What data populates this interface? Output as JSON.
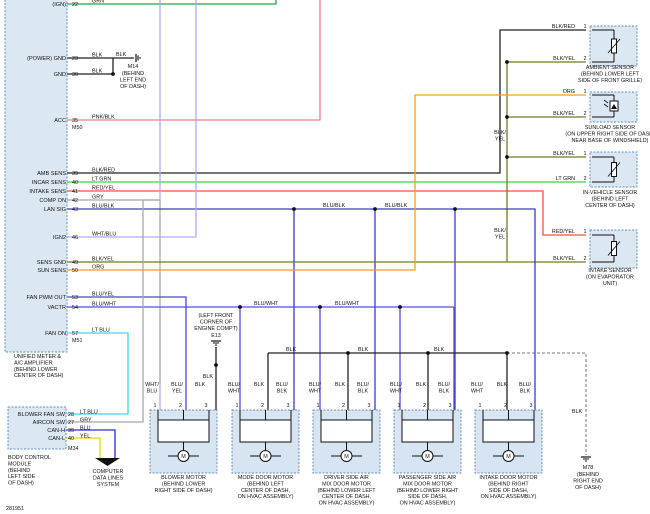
{
  "colors": {
    "GRN": "#1ea84a",
    "BLK": "#222222",
    "PNK": "#e6808e",
    "RED": "#e0281f",
    "LTGRN": "#3fd24a",
    "REDYEL": "#ec5836",
    "GRY": "#a8a8a8",
    "BLUBLK": "#3a3acb",
    "WHTBLU": "#b3a9f0",
    "BLKYEL": "#6f7a2c",
    "ORG": "#f59a2e",
    "BLUYEL": "#4848d6",
    "BLUWHT": "#5050dd",
    "LTBLU": "#40d8e6",
    "YEL": "#eed200",
    "BLU": "#2b2be0",
    "WHTBLU2": "#b3a9f0",
    "module_fill": "#dbe8f3",
    "module_stroke": "#5b8fbf",
    "motor_fill": "#d7e4f1",
    "motor_stroke": "#6a8fb7"
  },
  "amp_pins": [
    {
      "label": "(IGN)",
      "num": "22",
      "wire": "GRN"
    },
    {
      "label": "(POWER) GND",
      "num": "29",
      "wire": "BLK"
    },
    {
      "label": "GND",
      "num": "30",
      "wire": "BLK"
    },
    {
      "label": "ACC",
      "num": "35",
      "wire": "PNK/BLK"
    },
    {
      "label": "AMB SENS",
      "num": "39",
      "wire": "BLK/RED"
    },
    {
      "label": "INCAR SENS",
      "num": "40",
      "wire": "LT GRN"
    },
    {
      "label": "INTAKE SENS",
      "num": "41",
      "wire": "RED/YEL"
    },
    {
      "label": "COMP ON",
      "num": "42",
      "wire": "GRY"
    },
    {
      "label": "LAN SIG",
      "num": "43",
      "wire": "BLU/BLK"
    },
    {
      "label": "IGN2",
      "num": "46",
      "wire": "WHT/BLU"
    },
    {
      "label": "SENS GND",
      "num": "49",
      "wire": "BLK/YEL"
    },
    {
      "label": "SUN SENS",
      "num": "50",
      "wire": "ORG"
    },
    {
      "label": "FAN PWM OUT",
      "num": "53",
      "wire": "BLU/YEL"
    },
    {
      "label": "VACTR",
      "num": "54",
      "wire": "BLU/WHT"
    },
    {
      "label": "FAN ON",
      "num": "57",
      "wire": "LT BLU"
    }
  ],
  "amp_connectors": [
    "M50",
    "M51"
  ],
  "amp_caption": [
    "UNIFIED METER &",
    "A/C AMPLIFIER",
    "(BEHIND LOWER",
    "CENTER OF DASH)"
  ],
  "bcm_pins": [
    {
      "label": "BLOWER FAN SW",
      "num": "28",
      "wire": "LT BLU"
    },
    {
      "label": "AIRCON SW",
      "num": "27",
      "wire": "GRY"
    },
    {
      "label": "CAN-H",
      "num": "39",
      "wire": "BLU"
    },
    {
      "label": "CAN-L",
      "num": "40",
      "wire": "YEL"
    }
  ],
  "bcm_connector": "M34",
  "bcm_caption": [
    "BODY CONTROL",
    "MODULE",
    "(BEHIND",
    "LEFT SIDE",
    "OF DASH)"
  ],
  "ground_m14": {
    "wire": "BLK",
    "id": "M14",
    "caption": [
      "(BEHIND",
      "LEFT END",
      "OF DASH)"
    ]
  },
  "ground_e13": {
    "id": "E13",
    "caption": [
      "(LEFT FRONT",
      "CORNER OF",
      "ENGINE COMPT)"
    ]
  },
  "ground_m78": {
    "id": "M78",
    "caption": [
      "(BEHIND",
      "RIGHT END",
      "OF DASH)"
    ]
  },
  "sensors": [
    {
      "name": "ambient",
      "pins": [
        {
          "num": "1",
          "wire": "BLK/RED"
        },
        {
          "num": "2",
          "wire": "BLK/YEL"
        }
      ],
      "caption": [
        "AMBIENT SENSOR",
        "(BEHIND LOWER LEFT",
        "SIDE OF FRONT GRILLE)"
      ]
    },
    {
      "name": "sunload",
      "pins": [
        {
          "num": "1",
          "wire": "ORG"
        },
        {
          "num": "2",
          "wire": "BLK/YEL"
        }
      ],
      "caption": [
        "SUNLOAD SENSOR",
        "(ON UPPER RIGHT SIDE OF DASH,",
        "NEAR BASE OF WINDSHIELD)"
      ]
    },
    {
      "name": "invehicle",
      "pins": [
        {
          "num": "1",
          "wire": "BLK/YEL"
        },
        {
          "num": "2",
          "wire": "LT GRN"
        }
      ],
      "caption": [
        "IN-VEHICLE SENSOR",
        "(BEHIND LEFT",
        "CENTER OF DASH)"
      ]
    },
    {
      "name": "intake",
      "pins": [
        {
          "num": "1",
          "wire": "RED/YEL"
        },
        {
          "num": "2",
          "wire": "BLK/YEL"
        }
      ],
      "caption": [
        "INTAKE SENSOR",
        "(ON EVAPORATOR",
        "UNIT)"
      ]
    }
  ],
  "sensor_trunk_labels": [
    "BLK/ YEL",
    "BLK/ YEL"
  ],
  "bus_labels": {
    "blublk_1": "BLU/BLK",
    "blublk_2": "BLU/BLK",
    "bluwht": "BLU/WHT",
    "blk_1": "BLK",
    "blk_2": "BLK",
    "blk_3": "BLK",
    "blk_m78": "BLK"
  },
  "motors": [
    {
      "name": "blower",
      "pins": [
        "1",
        "2",
        "3"
      ],
      "wires": [
        "WHT/ BLU",
        "BLU/ YEL",
        "BLK"
      ],
      "caption": [
        "BLOWER MOTOR",
        "(BEHIND LOWER",
        "RIGHT SIDE OF DASH)"
      ]
    },
    {
      "name": "mode",
      "pins": [
        "1",
        "2",
        "3"
      ],
      "wires": [
        "BLU/ WHT",
        "BLK",
        "BLU/ BLK"
      ],
      "caption": [
        "MODE DOOR MOTOR",
        "(BEHIND LEFT",
        "CENTER OF DASH,",
        "ON HVAC ASSEMBLY)"
      ]
    },
    {
      "name": "driver",
      "pins": [
        "1",
        "2",
        "3"
      ],
      "wires": [
        "BLU/ WHT",
        "BLK",
        "BLU/ BLK"
      ],
      "caption": [
        "DRIVER SIDE AIR",
        "MIX DOOR MOTOR",
        "(BEHIND LOWER LEFT",
        "CENTER OF DASH,",
        "ON HVAC ASSEMBLY)"
      ]
    },
    {
      "name": "passenger",
      "pins": [
        "1",
        "2",
        "3"
      ],
      "wires": [
        "BLU/ WHT",
        "BLK",
        "BLU/ BLK"
      ],
      "caption": [
        "PASSENGER SIDE AIR",
        "MIX DOOR MOTOR",
        "(BEHIND LOWER RIGHT",
        "SIDE OF DASH,",
        "ON HVAC ASSEMBLY)"
      ]
    },
    {
      "name": "intake-door",
      "pins": [
        "1",
        "2",
        "3"
      ],
      "wires": [
        "BLU/ WHT",
        "BLK",
        "BLU/ BLK"
      ],
      "caption": [
        "INTAKE DOOR MOTOR",
        "(BEHIND RIGHT",
        "SIDE OF DASH,",
        "ON HVAC ASSEMBLY)"
      ]
    }
  ],
  "motor_symbol": "M",
  "computer_data_lines": [
    "COMPUTER",
    "DATA LINES",
    "SYSTEM"
  ],
  "figure_id": "281951"
}
